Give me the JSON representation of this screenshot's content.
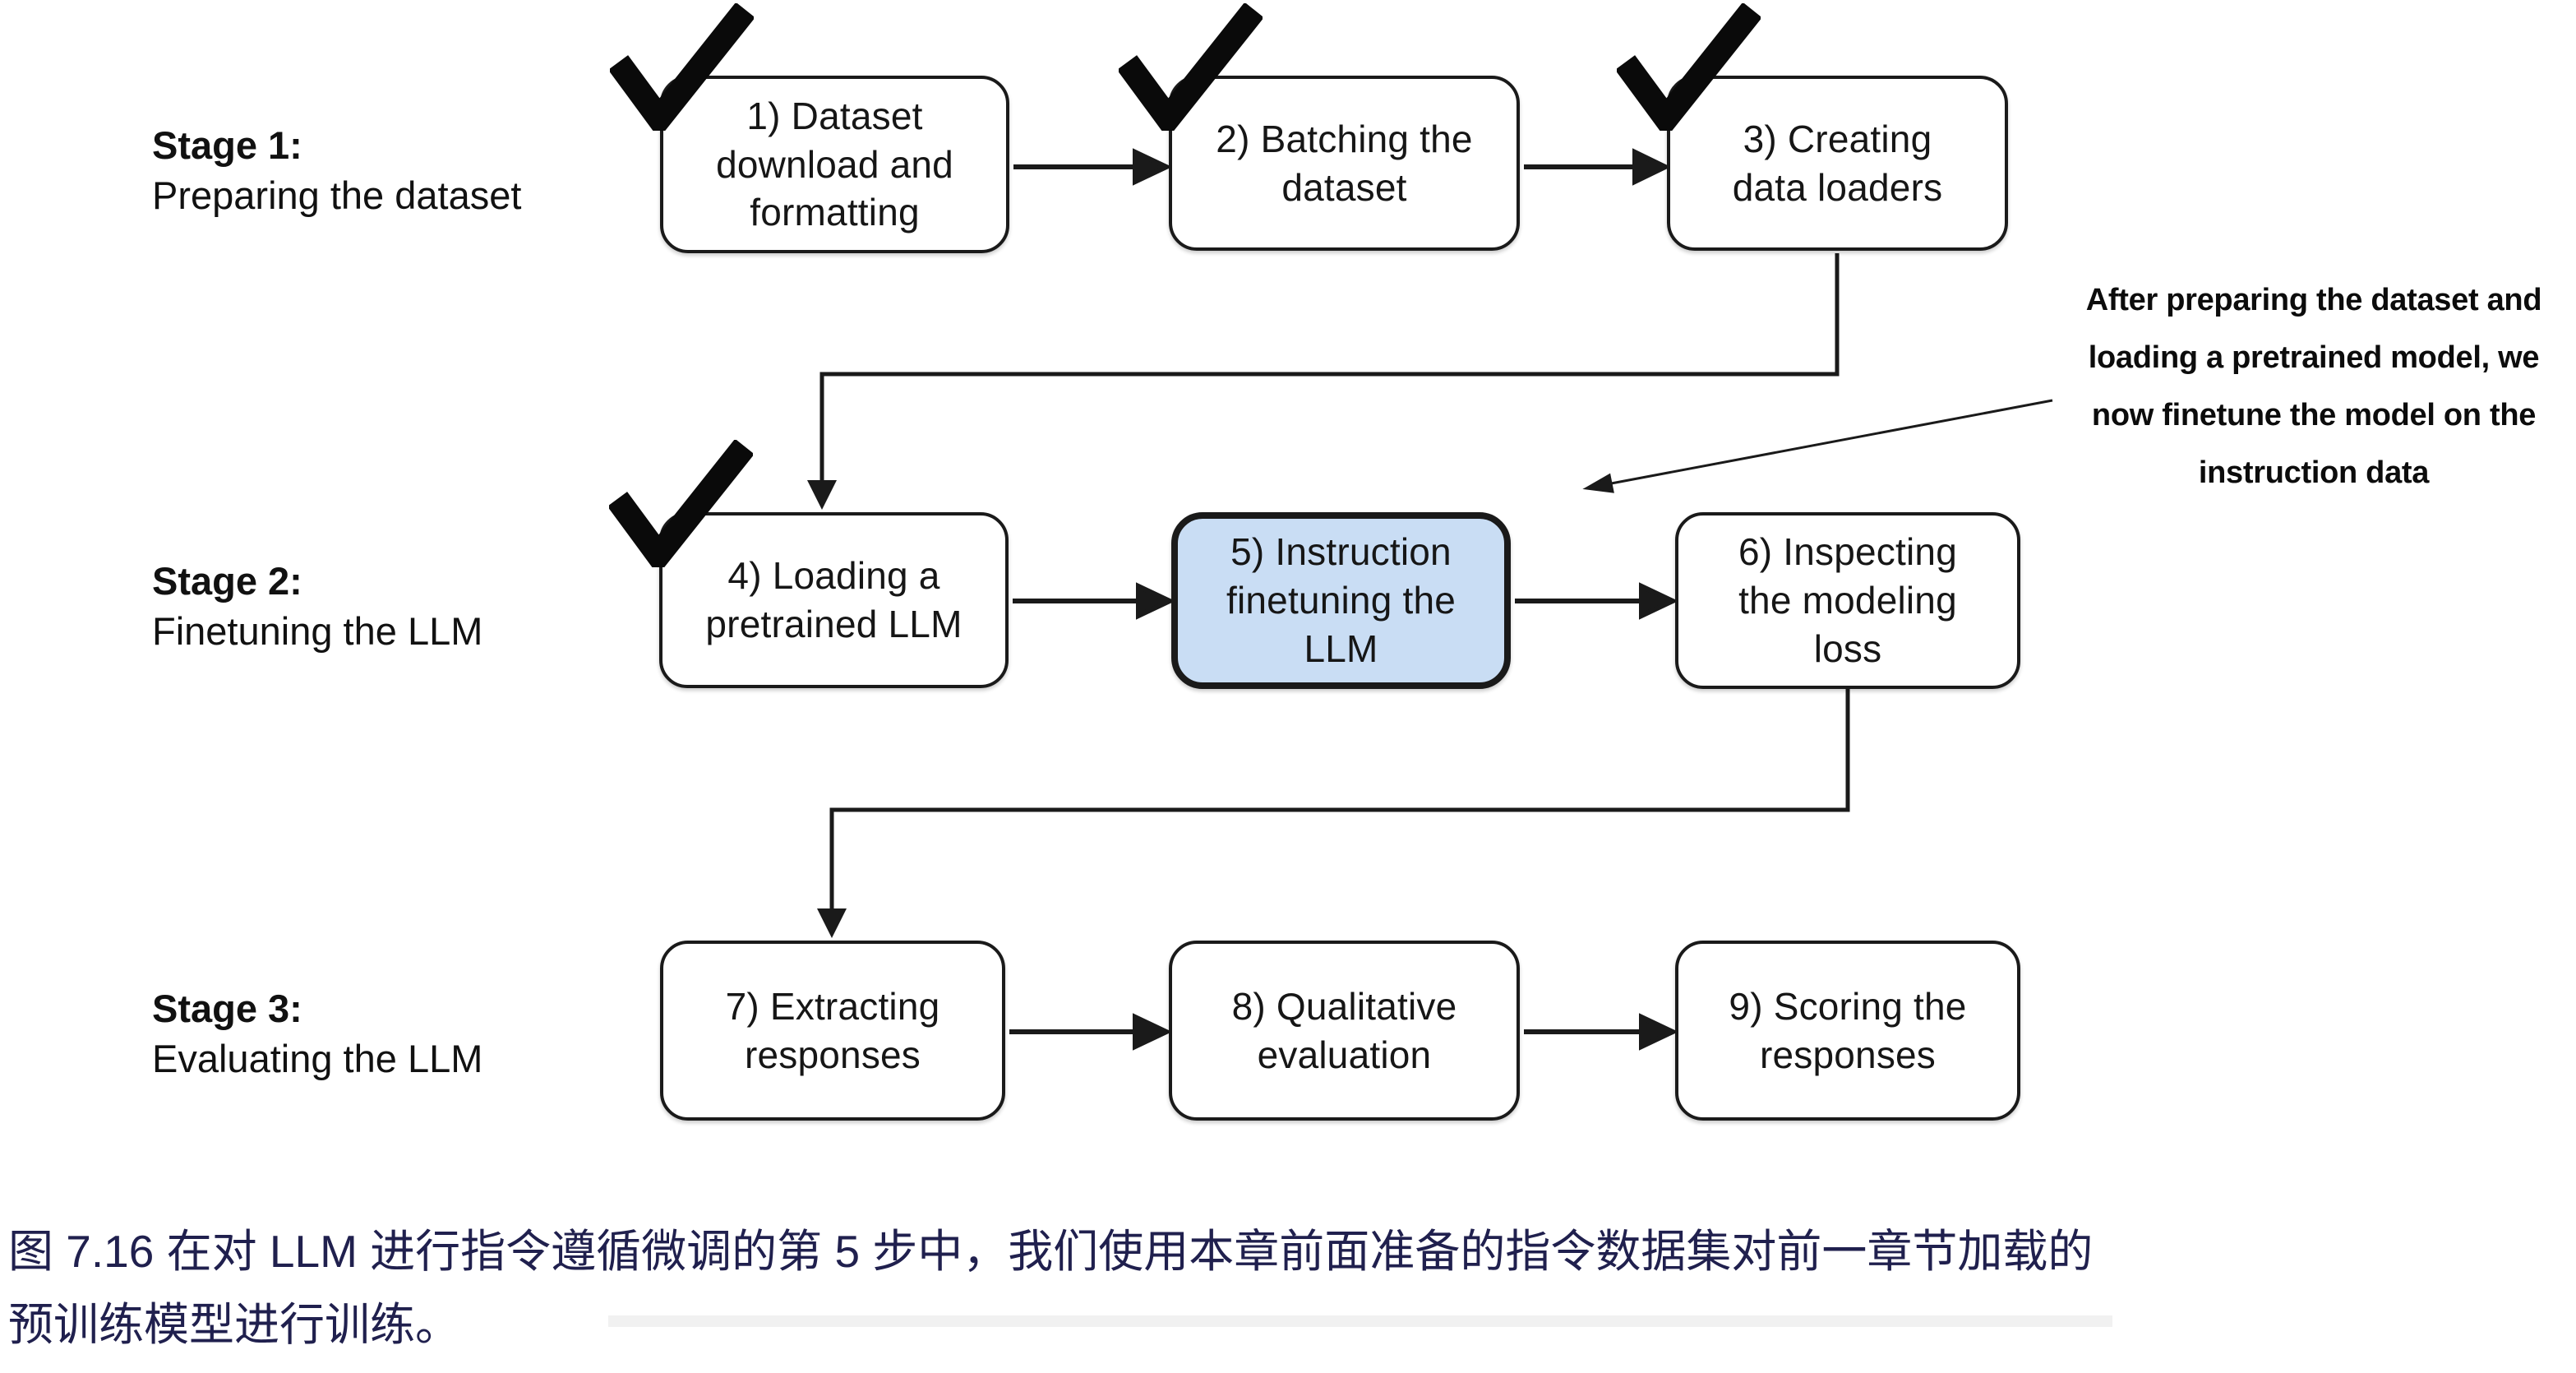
{
  "figure": {
    "stages": [
      {
        "title": "Stage 1:",
        "subtitle": "Preparing the dataset"
      },
      {
        "title": "Stage 2:",
        "subtitle": "Finetuning the LLM"
      },
      {
        "title": "Stage 3:",
        "subtitle": "Evaluating the LLM"
      }
    ],
    "boxes": [
      {
        "label": "1) Dataset\ndownload and\nformatting",
        "checked": true,
        "highlighted": false
      },
      {
        "label": "2) Batching the\ndataset",
        "checked": true,
        "highlighted": false
      },
      {
        "label": "3) Creating\ndata loaders",
        "checked": true,
        "highlighted": false
      },
      {
        "label": "4) Loading a\npretrained LLM",
        "checked": true,
        "highlighted": false
      },
      {
        "label": "5) Instruction\nfinetuning the\nLLM",
        "checked": false,
        "highlighted": true
      },
      {
        "label": "6) Inspecting\nthe modeling\nloss",
        "checked": false,
        "highlighted": false
      },
      {
        "label": "7) Extracting\nresponses",
        "checked": false,
        "highlighted": false
      },
      {
        "label": "8) Qualitative\nevaluation",
        "checked": false,
        "highlighted": false
      },
      {
        "label": "9) Scoring the\nresponses",
        "checked": false,
        "highlighted": false
      }
    ],
    "note": {
      "text": "After preparing the dataset and\nloading a pretrained model, we\nnow finetune the model on the\ninstruction data"
    },
    "colors": {
      "highlight_fill": "#c9ddf4",
      "line": "#1a1a1a",
      "caption_text": "#20204e"
    }
  },
  "caption": {
    "text": "图 7.16 在对 LLM 进行指令遵循微调的第 5 步中，我们使用本章前面准备的指令数据集对前一章节加载的\n预训练模型进行训练。"
  }
}
